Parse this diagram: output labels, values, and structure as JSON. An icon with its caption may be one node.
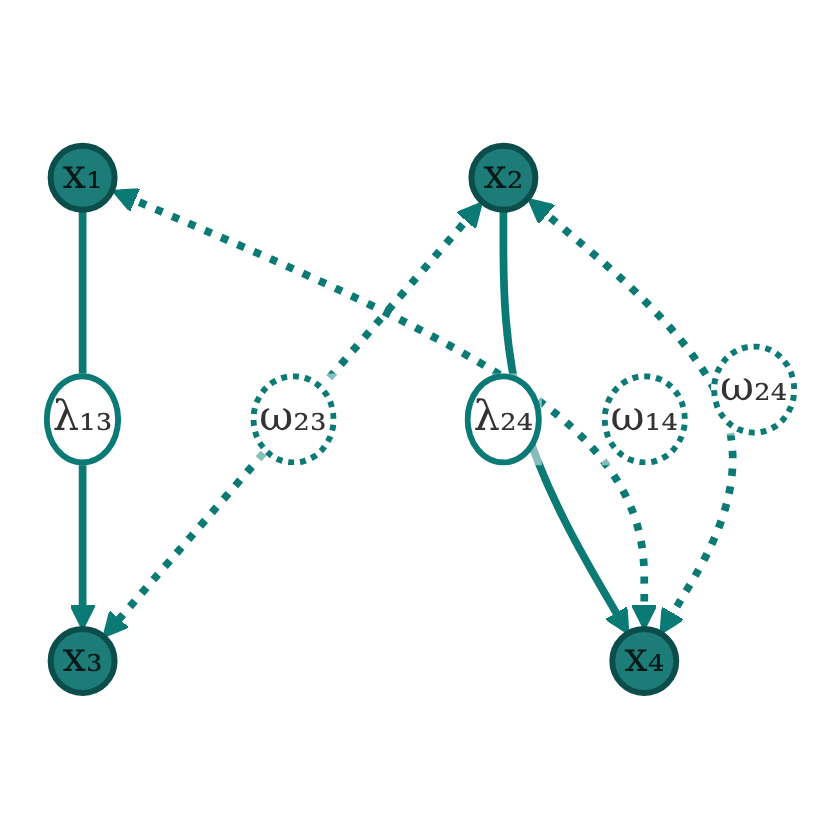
{
  "diagram": {
    "nodes": [
      {
        "text": [
          "x₁"
        ]
      },
      {
        "text": [
          "x₂"
        ]
      },
      {
        "text": [
          "x₃"
        ]
      },
      {
        "text": [
          "x₄"
        ]
      }
    ],
    "edges": [
      {
        "from": 0,
        "to": 2,
        "arrow": "to",
        "label": "λ₁₃"
      },
      {
        "from": 1,
        "to": 3,
        "arrow": "to",
        "label": "λ₂₄"
      },
      {
        "from": 1,
        "to": 2,
        "arrow": "both",
        "label": "ω₂₃",
        "style": "dashed"
      },
      {
        "from": 0,
        "to": 3,
        "arrow": "both",
        "label": "ω₁₄",
        "style": "dashed"
      },
      {
        "from": 1,
        "to": 3,
        "arrow": "both",
        "label": "ω₂₄",
        "style": "dashed"
      }
    ]
  }
}
